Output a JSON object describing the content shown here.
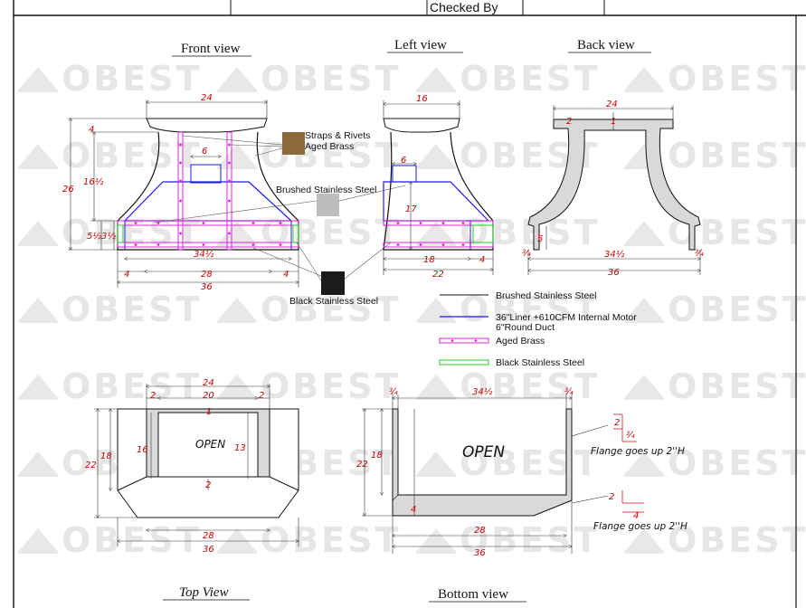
{
  "header": {
    "checked_by_label": "Checked By"
  },
  "views": {
    "front": "Front view",
    "left": "Left view",
    "back": "Back view",
    "top": "Top View",
    "bottom": "Bottom view"
  },
  "materials": {
    "straps": "Straps & Rivets",
    "aged_brass": "Aged Brass",
    "brushed": "Brushed Stainless Steel",
    "black": "Black Stainless Steel"
  },
  "legend": [
    {
      "label": "Brushed Stainless Steel",
      "color": "#111111"
    },
    {
      "label": "36\"Liner +610CFM Internal Motor",
      "label2": "6\"Round Duct",
      "color": "#1a1aee"
    },
    {
      "label": "Aged Brass",
      "color": "#dd22dd"
    },
    {
      "label": "Black Stainless Steel",
      "color": "#22cc22"
    }
  ],
  "watermark": "OBEST",
  "colors": {
    "dimension": "#cc0000",
    "fill_gray": "#d9d9d9",
    "brass": "#dd22dd",
    "liner": "#1a1aee",
    "black_steel": "#22cc22"
  },
  "front_dims": {
    "top_width": "24",
    "top_band": "4",
    "box_width": "6",
    "height": "26",
    "body_height": "16½",
    "lower_left": "5½",
    "lower_right": "3½",
    "bottom_width": "34½",
    "left_offset": "4",
    "inner": "28",
    "right_offset": "4",
    "overall": "36"
  },
  "left_dims": {
    "top_width": "16",
    "box_width": "6",
    "height": "17",
    "bottom_depth": "18",
    "bottom_offset": "4",
    "overall": "22"
  },
  "back_dims": {
    "top_width": "24",
    "flange_a": "2",
    "flange_b": "1",
    "lower_height": "5",
    "left_flange": "¾",
    "bottom_width": "34½",
    "right_flange": "¾",
    "overall": "36"
  },
  "top_dims": {
    "outer_top": "24",
    "inner_top": "20",
    "left_rim": "2",
    "right_rim": "2",
    "depth": "22",
    "side_depth": "18",
    "inner_left": "16",
    "inner_right": "13",
    "top_gap": "1",
    "bottom_gap": "2",
    "bottom_inner": "28",
    "bottom_outer": "36",
    "open_label": "OPEN"
  },
  "bottom_dims": {
    "left_wall": "¾",
    "top_width": "34½",
    "right_wall": "¾",
    "depth": "22",
    "inner_depth": "18",
    "base_step": "4",
    "inner_bottom": "28",
    "outer_bottom": "36",
    "open_label": "OPEN",
    "flange_up": "2",
    "flange_side": "¾",
    "flange_up_b": "2",
    "flange_out": "4"
  },
  "flange_notes": [
    "Flange goes up 2''H",
    "Flange goes up 2''H"
  ]
}
